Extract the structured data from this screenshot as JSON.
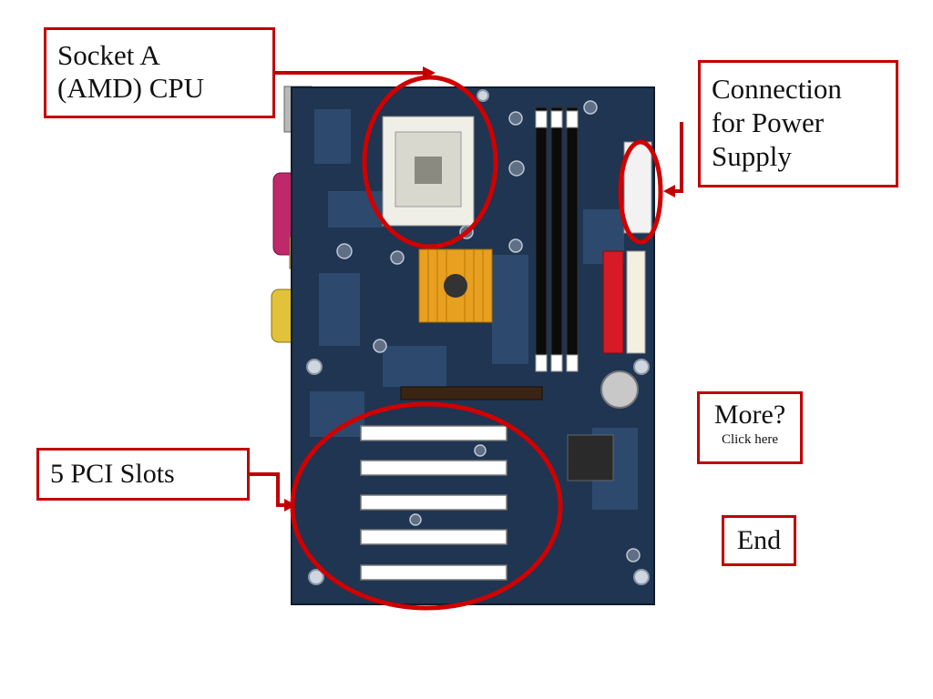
{
  "callouts": {
    "socket": {
      "line1": "Socket A",
      "line2": "(AMD) CPU"
    },
    "power": {
      "line1": "Connection",
      "line2": "for Power",
      "line3": "Supply"
    },
    "pci": {
      "label": "5 PCI Slots"
    }
  },
  "nav": {
    "more": {
      "title": "More?",
      "subtitle": "Click here"
    },
    "end": {
      "label": "End"
    }
  },
  "colors": {
    "callout_border": "#c00000",
    "highlight_ring": "#d00000",
    "pcb": "#1f3551"
  }
}
